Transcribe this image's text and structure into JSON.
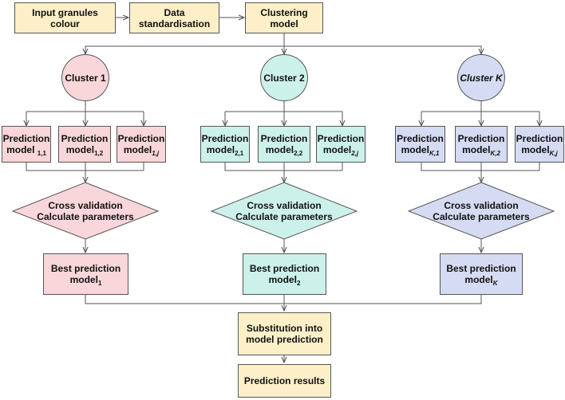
{
  "colors": {
    "yellow": "#fdf0c8",
    "pink": "#f8d6da",
    "cyan": "#ccf1ea",
    "lavender": "#d5dbf2",
    "line": "#555555"
  },
  "pipeline": {
    "input": "Input granules colour",
    "standardisation": "Data standardisation",
    "clustering": "Clustering model"
  },
  "clusters": [
    {
      "label": "Cluster 1",
      "models": [
        {
          "text": "Prediction model",
          "sub": "1,1"
        },
        {
          "text": "Prediction model",
          "sub": "1,2"
        },
        {
          "text": "Prediction model",
          "sub": "1,j"
        }
      ],
      "validation_line1": "Cross validation",
      "validation_line2": "Calculate parameters",
      "best_line1": "Best prediction",
      "best_line2": "model",
      "best_sub": "1"
    },
    {
      "label": "Cluster 2",
      "models": [
        {
          "text": "Prediction model",
          "sub": "2,1"
        },
        {
          "text": "Prediction model",
          "sub": "2,2"
        },
        {
          "text": "Prediction model",
          "sub": "2,j"
        }
      ],
      "validation_line1": "Cross validation",
      "validation_line2": "Calculate parameters",
      "best_line1": "Best prediction",
      "best_line2": "model",
      "best_sub": "2"
    },
    {
      "label": "Cluster K",
      "models": [
        {
          "text": "Prediction model",
          "sub": "K,1"
        },
        {
          "text": "Prediction model",
          "sub": "K,2"
        },
        {
          "text": "Prediction model",
          "sub": "K,j"
        }
      ],
      "validation_line1": "Cross validation",
      "validation_line2": "Calculate parameters",
      "best_line1": "Best prediction",
      "best_line2": "model",
      "best_sub": "K"
    }
  ],
  "substitution": "Substitution into model prediction",
  "results": "Prediction results"
}
